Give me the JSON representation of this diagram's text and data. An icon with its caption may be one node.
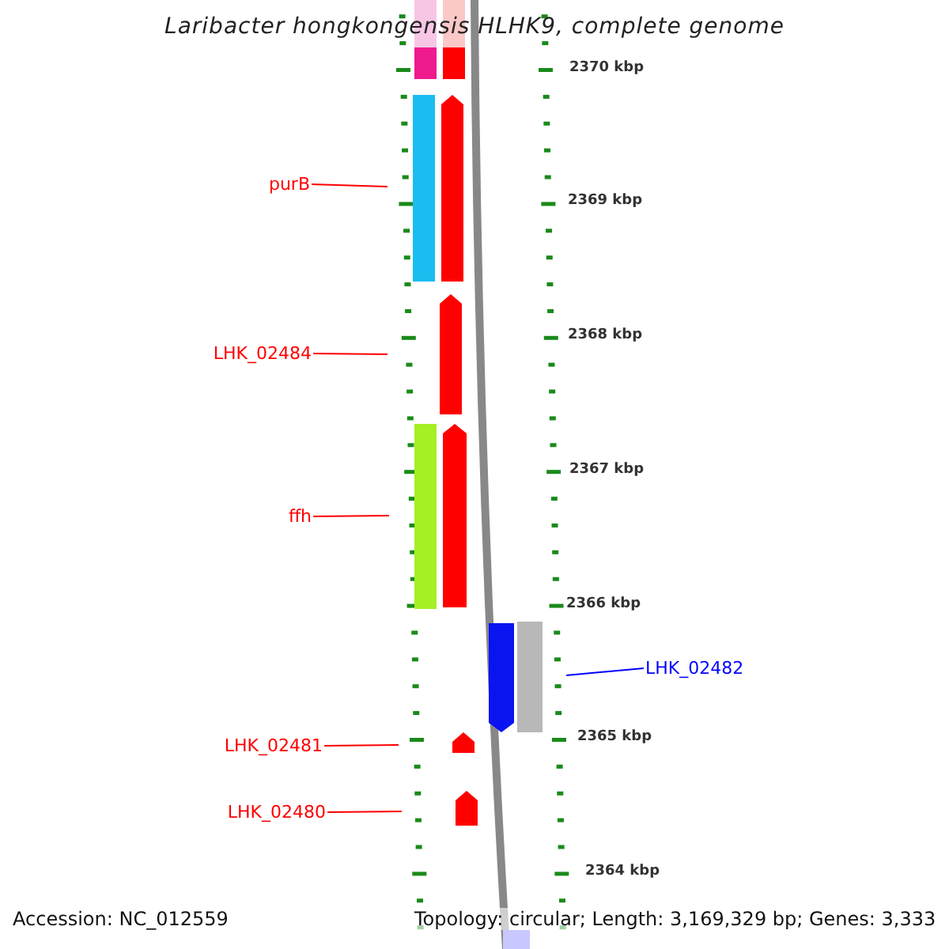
{
  "diagram": {
    "title": "Laribacter hongkongensis HLHK9, complete genome",
    "nodes": [
      {
        "text": [
          "purB"
        ]
      },
      {
        "text": [
          "LHK_02484"
        ]
      },
      {
        "text": [
          "ffh"
        ]
      },
      {
        "text": [
          "LHK_02482"
        ]
      },
      {
        "text": [
          "LHK_02481"
        ]
      },
      {
        "text": [
          "LHK_02480"
        ]
      }
    ],
    "edges": [
      {
        "from": 0,
        "to": null,
        "arrow": "none"
      },
      {
        "from": 1,
        "to": null,
        "arrow": "none"
      },
      {
        "from": 2,
        "to": null,
        "arrow": "none"
      },
      {
        "from": 3,
        "to": null,
        "arrow": "none",
        "color": "#0000ff"
      },
      {
        "from": 4,
        "to": null,
        "arrow": "none"
      },
      {
        "from": 5,
        "to": null,
        "arrow": "none"
      }
    ],
    "labels": [
      "2370 kbp",
      "2369 kbp",
      "2368 kbp",
      "2367 kbp",
      "2366 kbp",
      "2365 kbp",
      "2364 kbp",
      "Accession: NC_012559",
      "Topology: circular; Length: 3,169,329 bp; Genes: 3,333"
    ]
  }
}
